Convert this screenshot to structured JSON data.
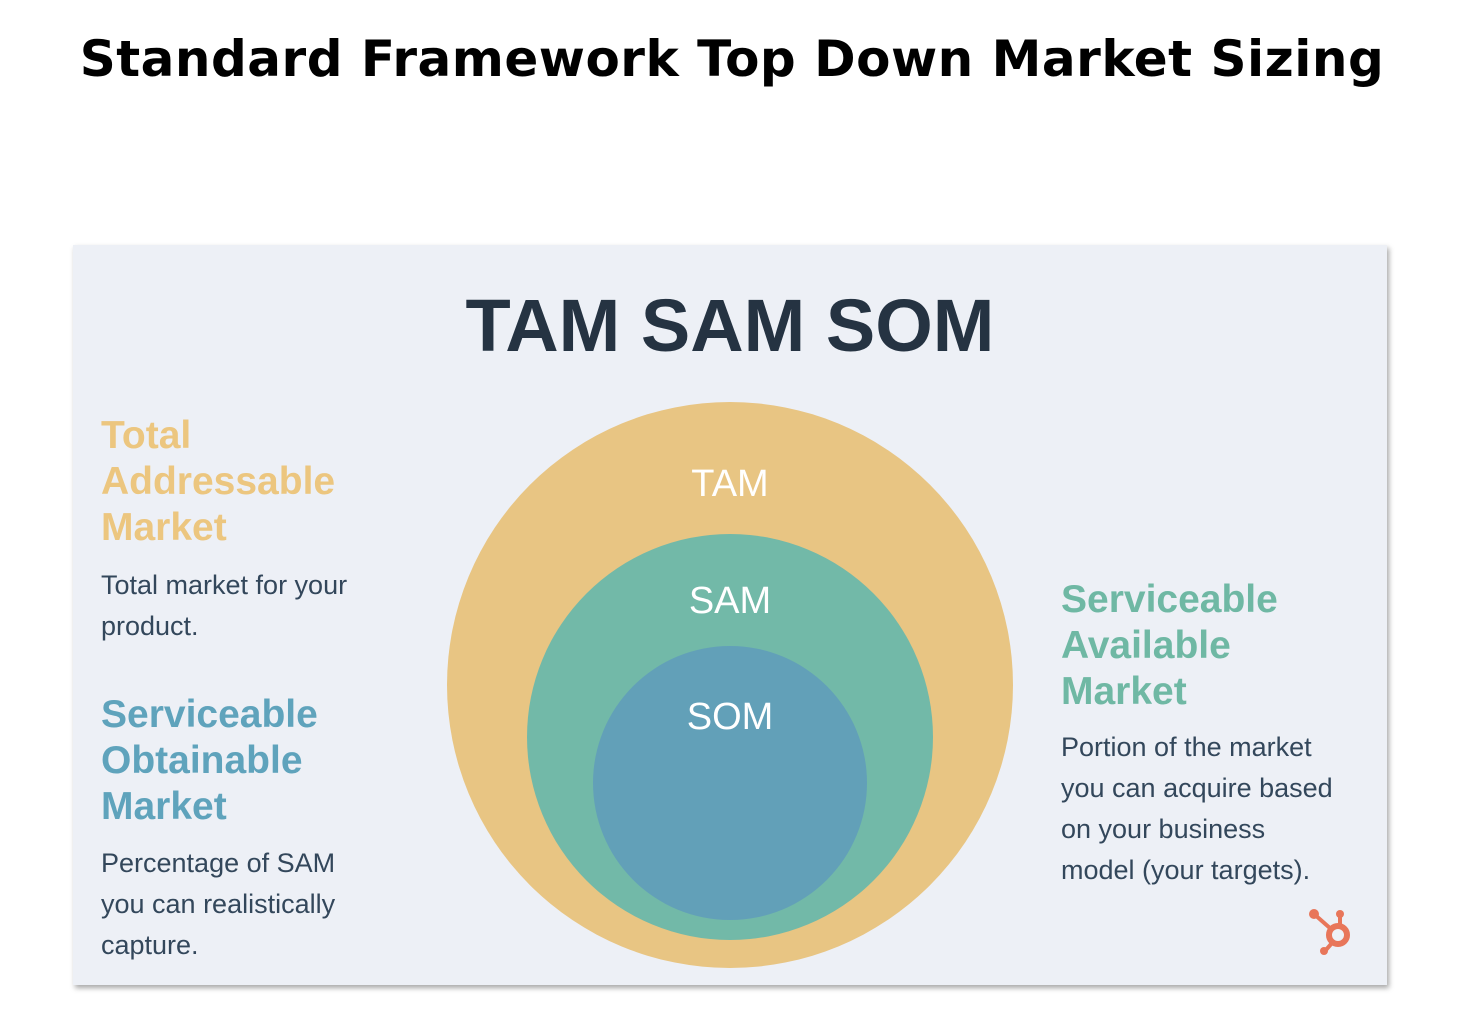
{
  "page_title": "Standard Framework Top Down Market Sizing",
  "diagram": {
    "heading": "TAM SAM SOM",
    "circles": [
      {
        "label": "TAM",
        "color": "#e8c583"
      },
      {
        "label": "SAM",
        "color": "#72b9a8"
      },
      {
        "label": "SOM",
        "color": "#62a0b8"
      }
    ],
    "tam": {
      "title": "Total\nAddressable\nMarket",
      "description": "Total market for your\nproduct.",
      "color": "#ecc67f"
    },
    "som": {
      "title": "Serviceable\nObtainable\nMarket",
      "description": "Percentage of SAM\nyou can realistically\ncapture.",
      "color": "#5fa3bc"
    },
    "sam": {
      "title": "Serviceable\nAvailable\nMarket",
      "description": "Portion of the market\nyou can acquire based\non your business\nmodel (your targets).",
      "color": "#6fb8a4"
    },
    "logo_color": "#e8765a"
  }
}
